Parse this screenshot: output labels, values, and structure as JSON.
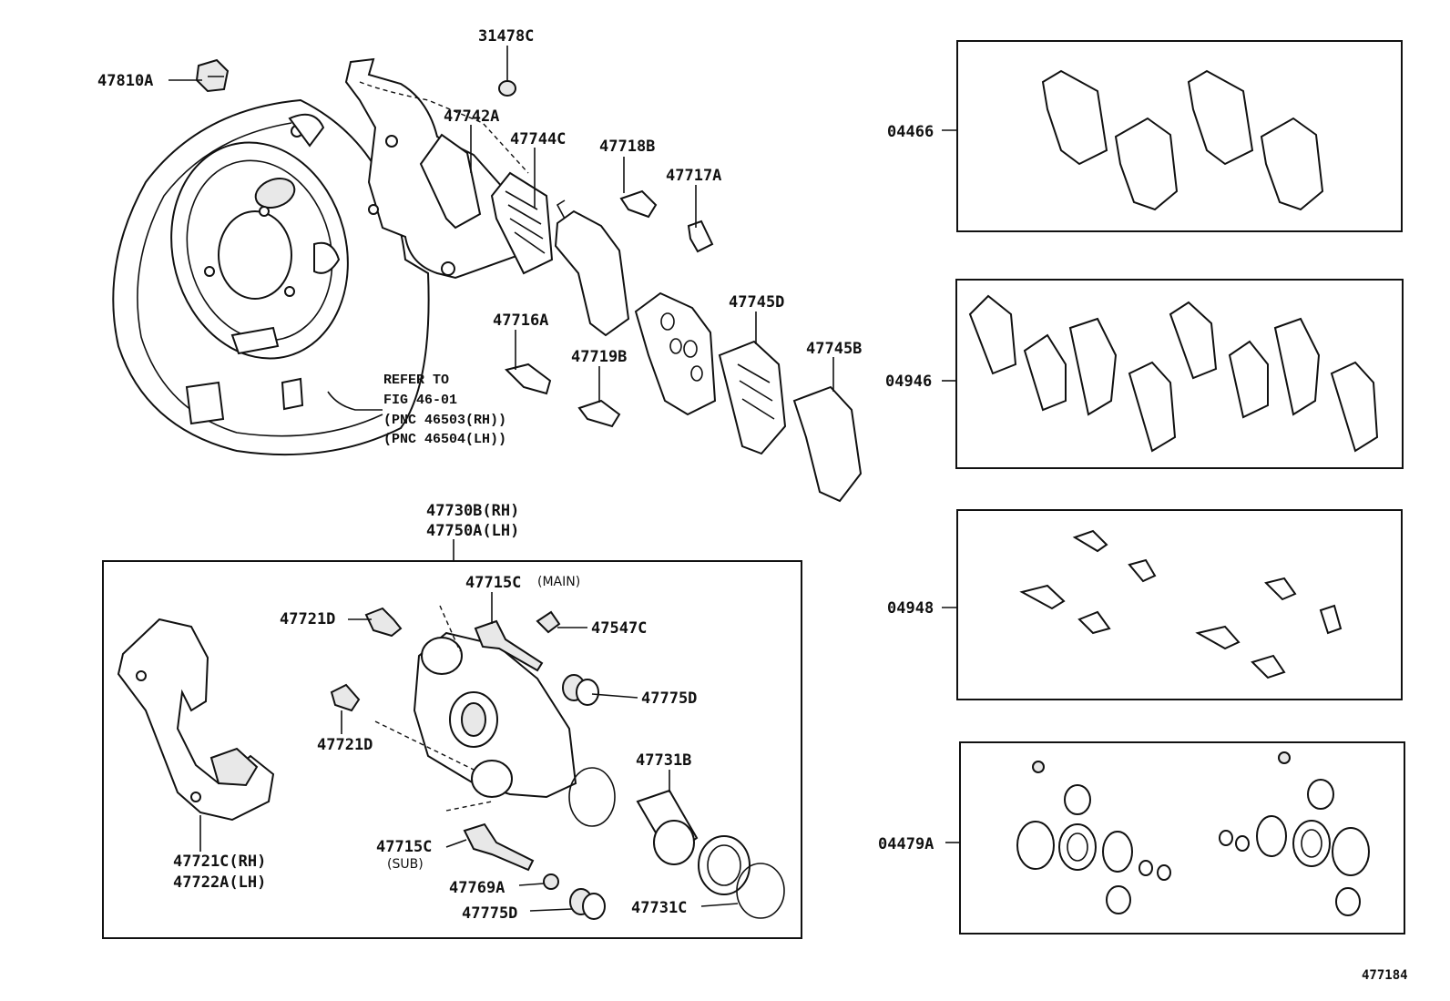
{
  "labels": {
    "p31478c": "31478C",
    "p47810a": "47810A",
    "p47742a": "47742A",
    "p47744c": "47744C",
    "p47718b": "47718B",
    "p47717a": "47717A",
    "p47716a": "47716A",
    "p47719b": "47719B",
    "p47745d": "47745D",
    "p47745b": "47745B",
    "p47730b": "47730B(RH)",
    "p47750a": "47750A(LH)",
    "p47715c_main": "47715C",
    "main_note": "(MAIN)",
    "p47547c": "47547C",
    "p47721d_a": "47721D",
    "p47721d_b": "47721D",
    "p47775d_a": "47775D",
    "p47731b": "47731B",
    "p47721c": "47721C(RH)",
    "p47722a": "47722A(LH)",
    "p47715c_sub": "47715C",
    "sub_note": "(SUB)",
    "p47769a": "47769A",
    "p47775d_b": "47775D",
    "p47731c": "47731C",
    "kit_04466": "04466",
    "kit_04946": "04946",
    "kit_04948": "04948",
    "kit_04479a": "04479A",
    "figure_id": "477184"
  },
  "refer_note": {
    "line1": "REFER TO",
    "line2": "FIG 46-01",
    "line3": "(PNC 46503(RH))",
    "line4": "(PNC 46504(LH))"
  }
}
